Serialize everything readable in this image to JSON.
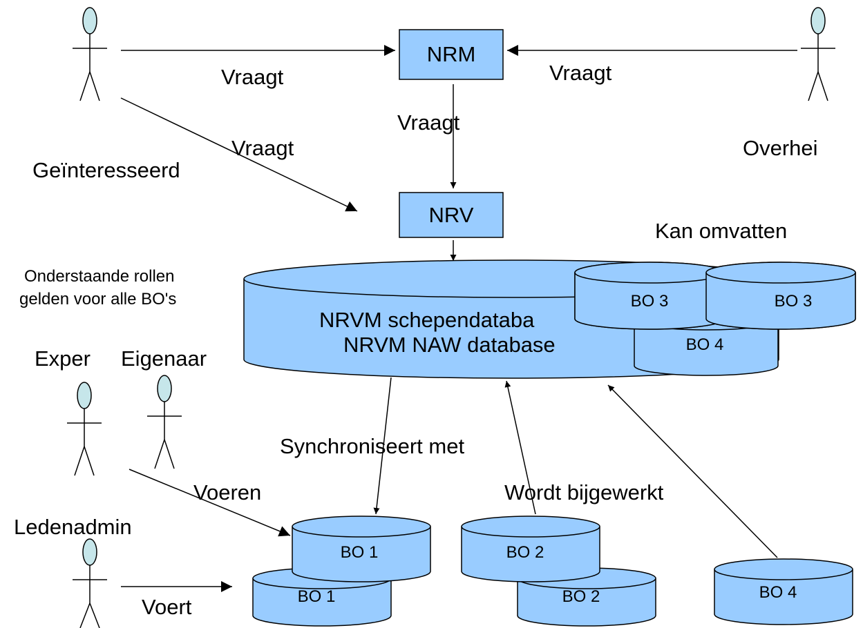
{
  "colors": {
    "box_fill": "#99ccff",
    "cylinder_fill": "#99ccff",
    "head_fill": "#c6e6ea",
    "stroke": "#000000",
    "background": "#ffffff"
  },
  "boxes": {
    "nrm": "NRM",
    "nrv": "NRV"
  },
  "main_db": {
    "line1": "NRVM schependataba",
    "line2": "NRVM NAW database"
  },
  "dbs": {
    "bo3_left": "BO 3",
    "bo3_right": "BO 3",
    "bo4_upper": "BO 4",
    "bo1_top": "BO 1",
    "bo1_bottom": "BO 1",
    "bo2_top": "BO 2",
    "bo2_bottom": "BO 2",
    "bo4_lower": "BO 4"
  },
  "actors": {
    "geinteresseerd": "Geïnteresseerd",
    "overheid": "Overhei",
    "expert": "Exper",
    "eigenaar": "Eigenaar",
    "ledenadmin": "Ledenadmin"
  },
  "edges": {
    "vraagt_top_left": "Vraagt",
    "vraagt_top_right": "Vraagt",
    "vraagt_center": "Vraagt",
    "vraagt_diagonal": "Vraagt",
    "synchroniseert": "Synchroniseert met",
    "wordt_bijgewerkt": "Wordt bijgewerkt",
    "voeren": "Voeren",
    "voert": "Voert",
    "kan_omvatten": "Kan omvatten"
  },
  "notes": {
    "roles_line1": "Onderstaande rollen",
    "roles_line2": "gelden voor alle BO's"
  }
}
